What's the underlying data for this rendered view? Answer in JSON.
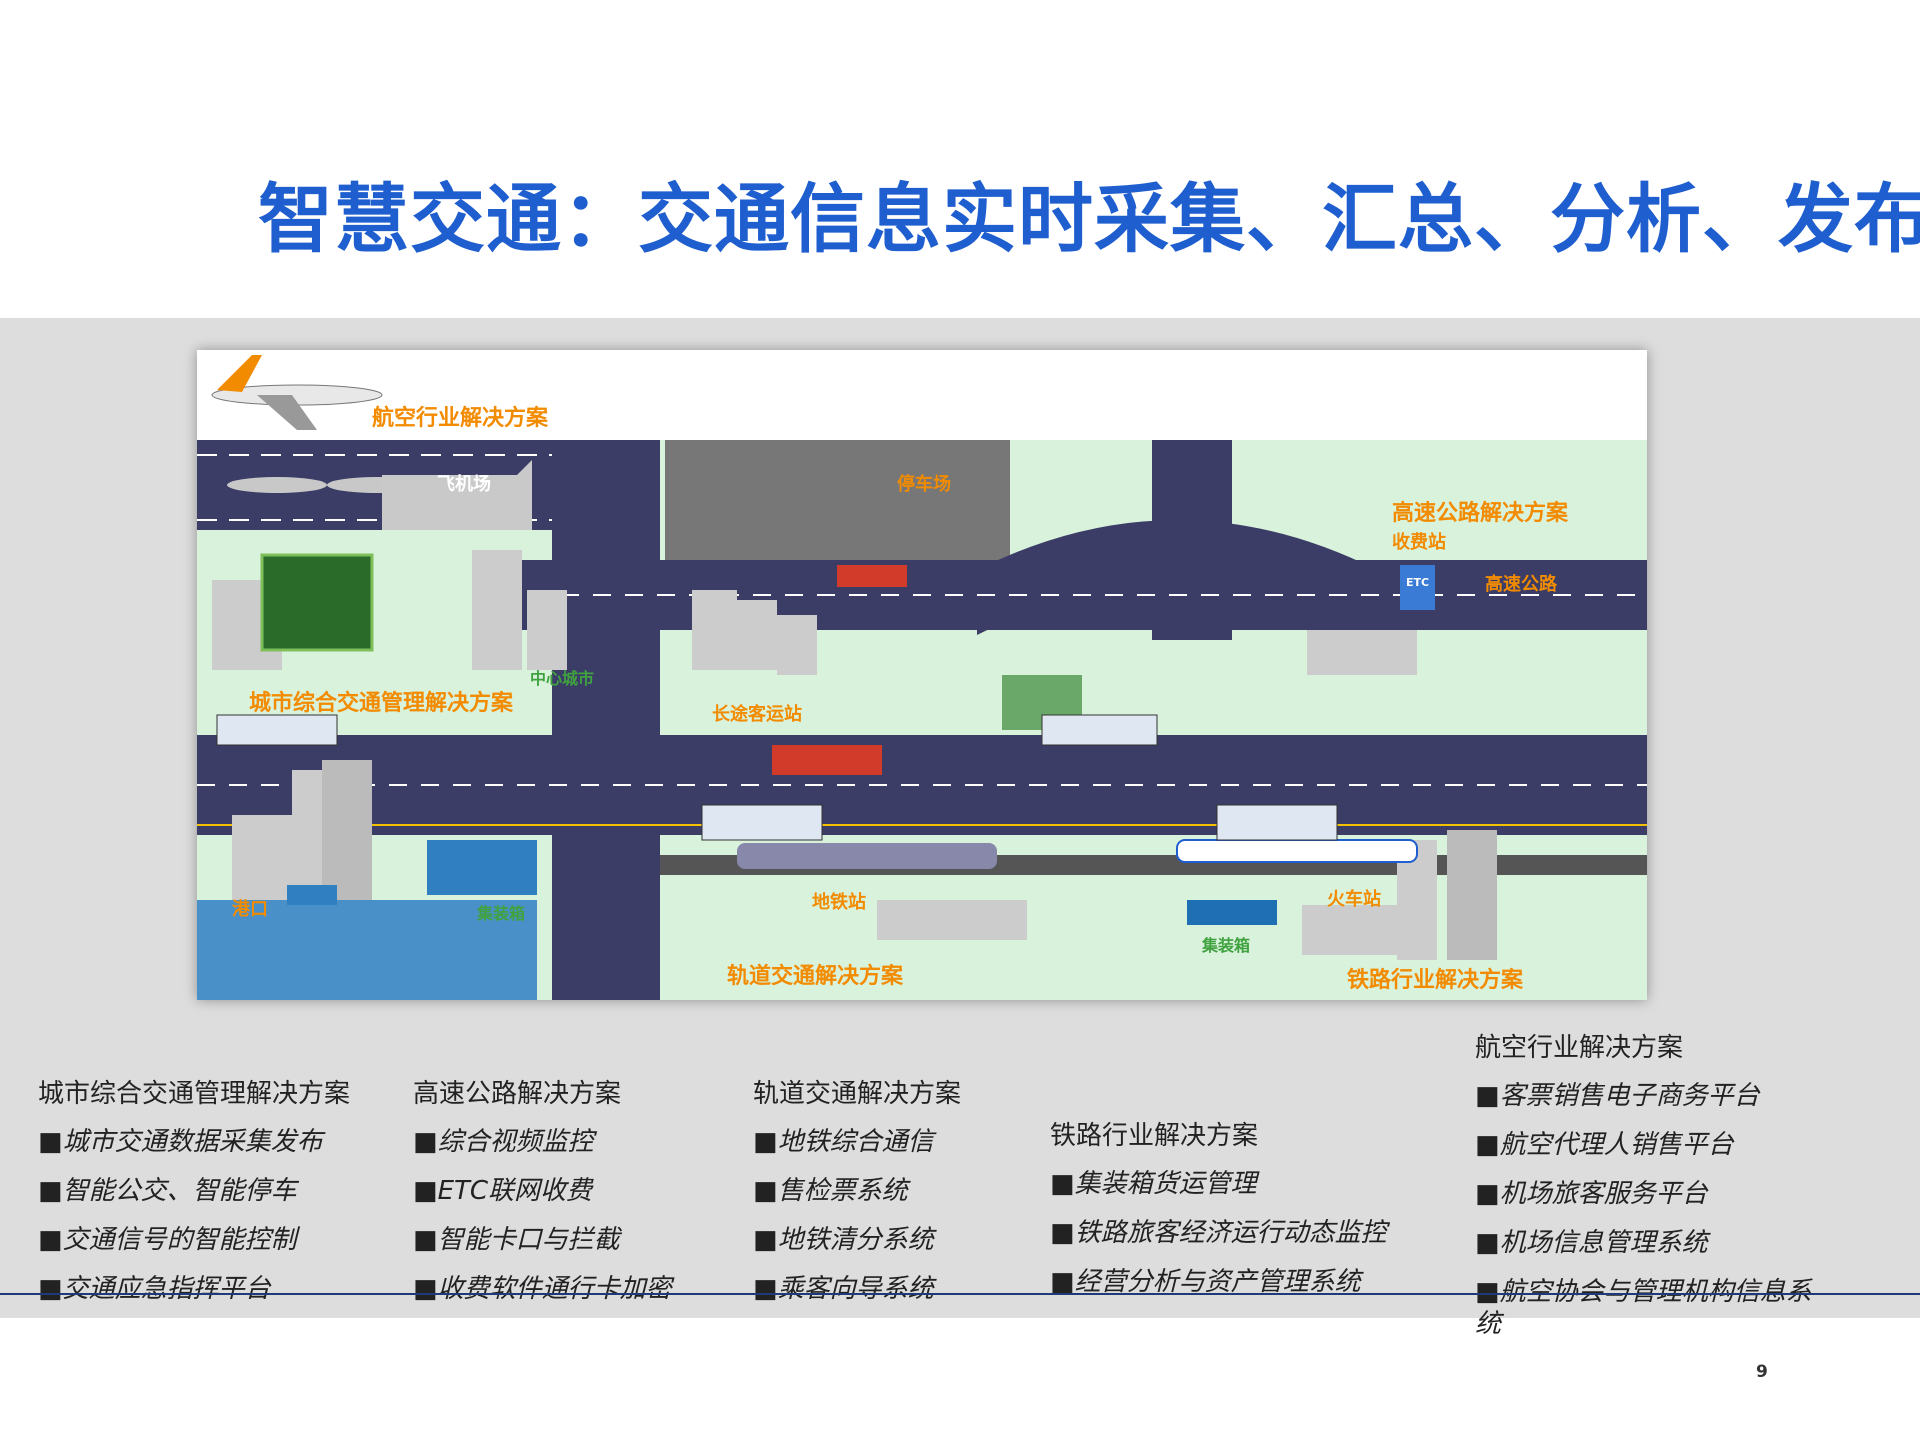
{
  "title": "智慧交通：交通信息实时采集、汇总、分析、发布",
  "diagram": {
    "labels": {
      "aviation": "航空行业解决方案",
      "airport": "飞机场",
      "parking": "停车场",
      "highway_solution": "高速公路解决方案",
      "toll_station": "收费站",
      "highway": "高速公路",
      "etc": "ETC",
      "center_city": "中心城市",
      "city_solution": "城市综合交通管理解决方案",
      "coach_station": "长途客运站",
      "port": "港口",
      "container_left": "集装箱",
      "metro_station": "地铁站",
      "rail_solution": "轨道交通解决方案",
      "train_station": "火车站",
      "container_right": "集装箱",
      "railway_solution": "铁路行业解决方案"
    }
  },
  "columns": {
    "city": {
      "head": "城市综合交通管理解决方案",
      "items": [
        "■城市交通数据采集发布",
        "■智能公交、智能停车",
        "■交通信号的智能控制",
        "■交通应急指挥平台"
      ]
    },
    "highway": {
      "head": "高速公路解决方案",
      "items": [
        "■综合视频监控",
        "■ETC联网收费",
        "■智能卡口与拦截",
        "■收费软件通行卡加密"
      ]
    },
    "rail": {
      "head": "轨道交通解决方案",
      "items": [
        "■地铁综合通信",
        "■售检票系统",
        "■地铁清分系统",
        "■乘客向导系统"
      ]
    },
    "railway": {
      "head": "铁路行业解决方案",
      "items": [
        "■集装箱货运管理",
        "■铁路旅客经济运行动态监控",
        "■经营分析与资产管理系统"
      ]
    },
    "aviation": {
      "head": "航空行业解决方案",
      "items": [
        "■客票销售电子商务平台",
        "■航空代理人销售平台",
        "■机场旅客服务平台",
        "■机场信息管理系统",
        "■航空协会与管理机构信息系统"
      ]
    }
  },
  "page_number": "9",
  "colors": {
    "title": "#1f5ecf",
    "road": "#3b3d66",
    "grass": "#d9f2dc",
    "label_orange": "#f28b00",
    "water": "#4a90c8"
  }
}
